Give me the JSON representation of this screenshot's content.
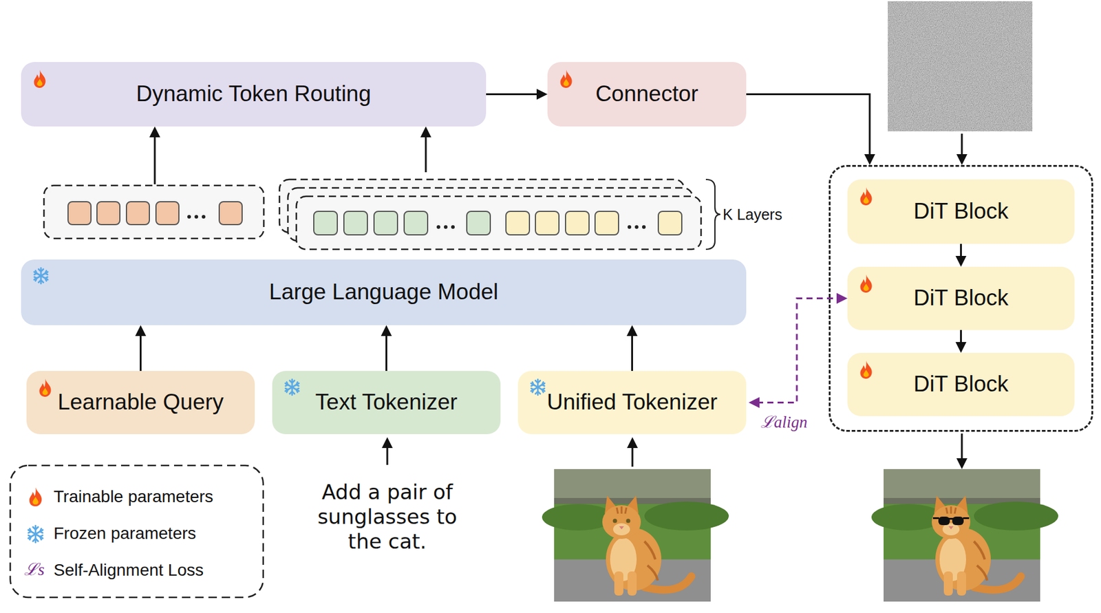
{
  "diagram": {
    "nodes": [
      {
        "text": [
          "Dynamic Token Routing"
        ]
      },
      {
        "text": [
          "Connector"
        ]
      },
      {
        "text": []
      },
      {
        "text": [
          "DiT Block"
        ],
        "in": 2
      },
      {
        "text": [
          "DiT Block"
        ],
        "in": 2
      },
      {
        "text": [
          "DiT Block"
        ],
        "in": 2
      },
      {
        "text": [
          "Large Language Model"
        ]
      },
      {
        "text": [
          "Learnable Query"
        ]
      },
      {
        "text": [
          "Text Tokenizer"
        ]
      },
      {
        "text": [
          "Unified Tokenizer"
        ]
      }
    ],
    "edges": [
      {
        "from": 7,
        "to": 6,
        "arrow": "to"
      },
      {
        "from": 8,
        "to": 6,
        "arrow": "to"
      },
      {
        "from": 9,
        "to": 6,
        "arrow": "to"
      },
      {
        "from": 0,
        "to": 1,
        "arrow": "to"
      },
      {
        "from": 1,
        "to": 2,
        "arrow": "to"
      },
      {
        "from": 3,
        "to": 4,
        "arrow": "to"
      },
      {
        "from": 4,
        "to": 5,
        "arrow": "to"
      },
      {
        "from": 9,
        "to": 4,
        "arrow": "both",
        "label": "ℒalign"
      }
    ],
    "labels": [
      "K Layers",
      "Add a pair of sunglasses to the cat.",
      "ℒs"
    ],
    "legend": [
      {
        "text": "Trainable parameters"
      },
      {
        "text": "Frozen parameters"
      },
      {
        "text": "Self-Alignment Loss"
      }
    ]
  }
}
